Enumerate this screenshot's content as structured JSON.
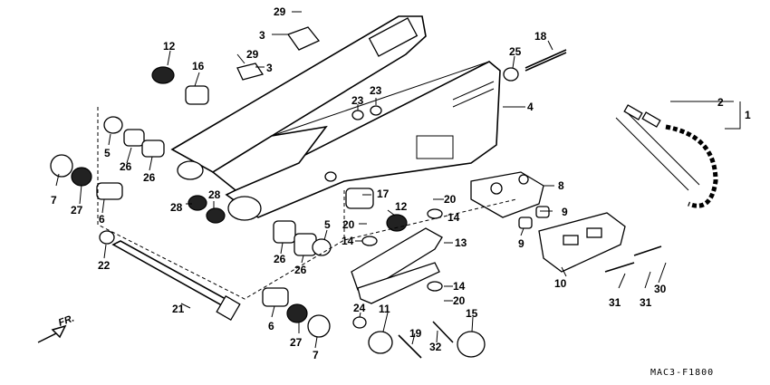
{
  "diagram_code": "MAC3-F1800",
  "direction_label": "FR.",
  "callouts": [
    {
      "id": "c29a",
      "text": "29"
    },
    {
      "id": "c3a",
      "text": "3"
    },
    {
      "id": "c29b",
      "text": "29"
    },
    {
      "id": "c3b",
      "text": "3"
    },
    {
      "id": "c12a",
      "text": "12"
    },
    {
      "id": "c16",
      "text": "16"
    },
    {
      "id": "c25",
      "text": "25"
    },
    {
      "id": "c18",
      "text": "18"
    },
    {
      "id": "c2",
      "text": "2"
    },
    {
      "id": "c1",
      "text": "1"
    },
    {
      "id": "c4",
      "text": "4"
    },
    {
      "id": "c23a",
      "text": "23"
    },
    {
      "id": "c23b",
      "text": "23"
    },
    {
      "id": "c5a",
      "text": "5"
    },
    {
      "id": "c26a",
      "text": "26"
    },
    {
      "id": "c26b",
      "text": "26"
    },
    {
      "id": "c7a",
      "text": "7"
    },
    {
      "id": "c27a",
      "text": "27"
    },
    {
      "id": "c6a",
      "text": "6"
    },
    {
      "id": "c28a",
      "text": "28"
    },
    {
      "id": "c28b",
      "text": "28"
    },
    {
      "id": "c17",
      "text": "17"
    },
    {
      "id": "c20a",
      "text": "20"
    },
    {
      "id": "c12b",
      "text": "12"
    },
    {
      "id": "c14a",
      "text": "14"
    },
    {
      "id": "c20b",
      "text": "20"
    },
    {
      "id": "c8",
      "text": "8"
    },
    {
      "id": "c9a",
      "text": "9"
    },
    {
      "id": "c9b",
      "text": "9"
    },
    {
      "id": "c5b",
      "text": "5"
    },
    {
      "id": "c14b",
      "text": "14"
    },
    {
      "id": "c13",
      "text": "13"
    },
    {
      "id": "c22",
      "text": "22"
    },
    {
      "id": "c26c",
      "text": "26"
    },
    {
      "id": "c26d",
      "text": "26"
    },
    {
      "id": "c10",
      "text": "10"
    },
    {
      "id": "c31a",
      "text": "31"
    },
    {
      "id": "c31b",
      "text": "31"
    },
    {
      "id": "c30",
      "text": "30"
    },
    {
      "id": "c14c",
      "text": "14"
    },
    {
      "id": "c20c",
      "text": "20"
    },
    {
      "id": "c21",
      "text": "21"
    },
    {
      "id": "c24",
      "text": "24"
    },
    {
      "id": "c11",
      "text": "11"
    },
    {
      "id": "c15",
      "text": "15"
    },
    {
      "id": "c6b",
      "text": "6"
    },
    {
      "id": "c27b",
      "text": "27"
    },
    {
      "id": "c7b",
      "text": "7"
    },
    {
      "id": "c19",
      "text": "19"
    },
    {
      "id": "c32",
      "text": "32"
    }
  ]
}
